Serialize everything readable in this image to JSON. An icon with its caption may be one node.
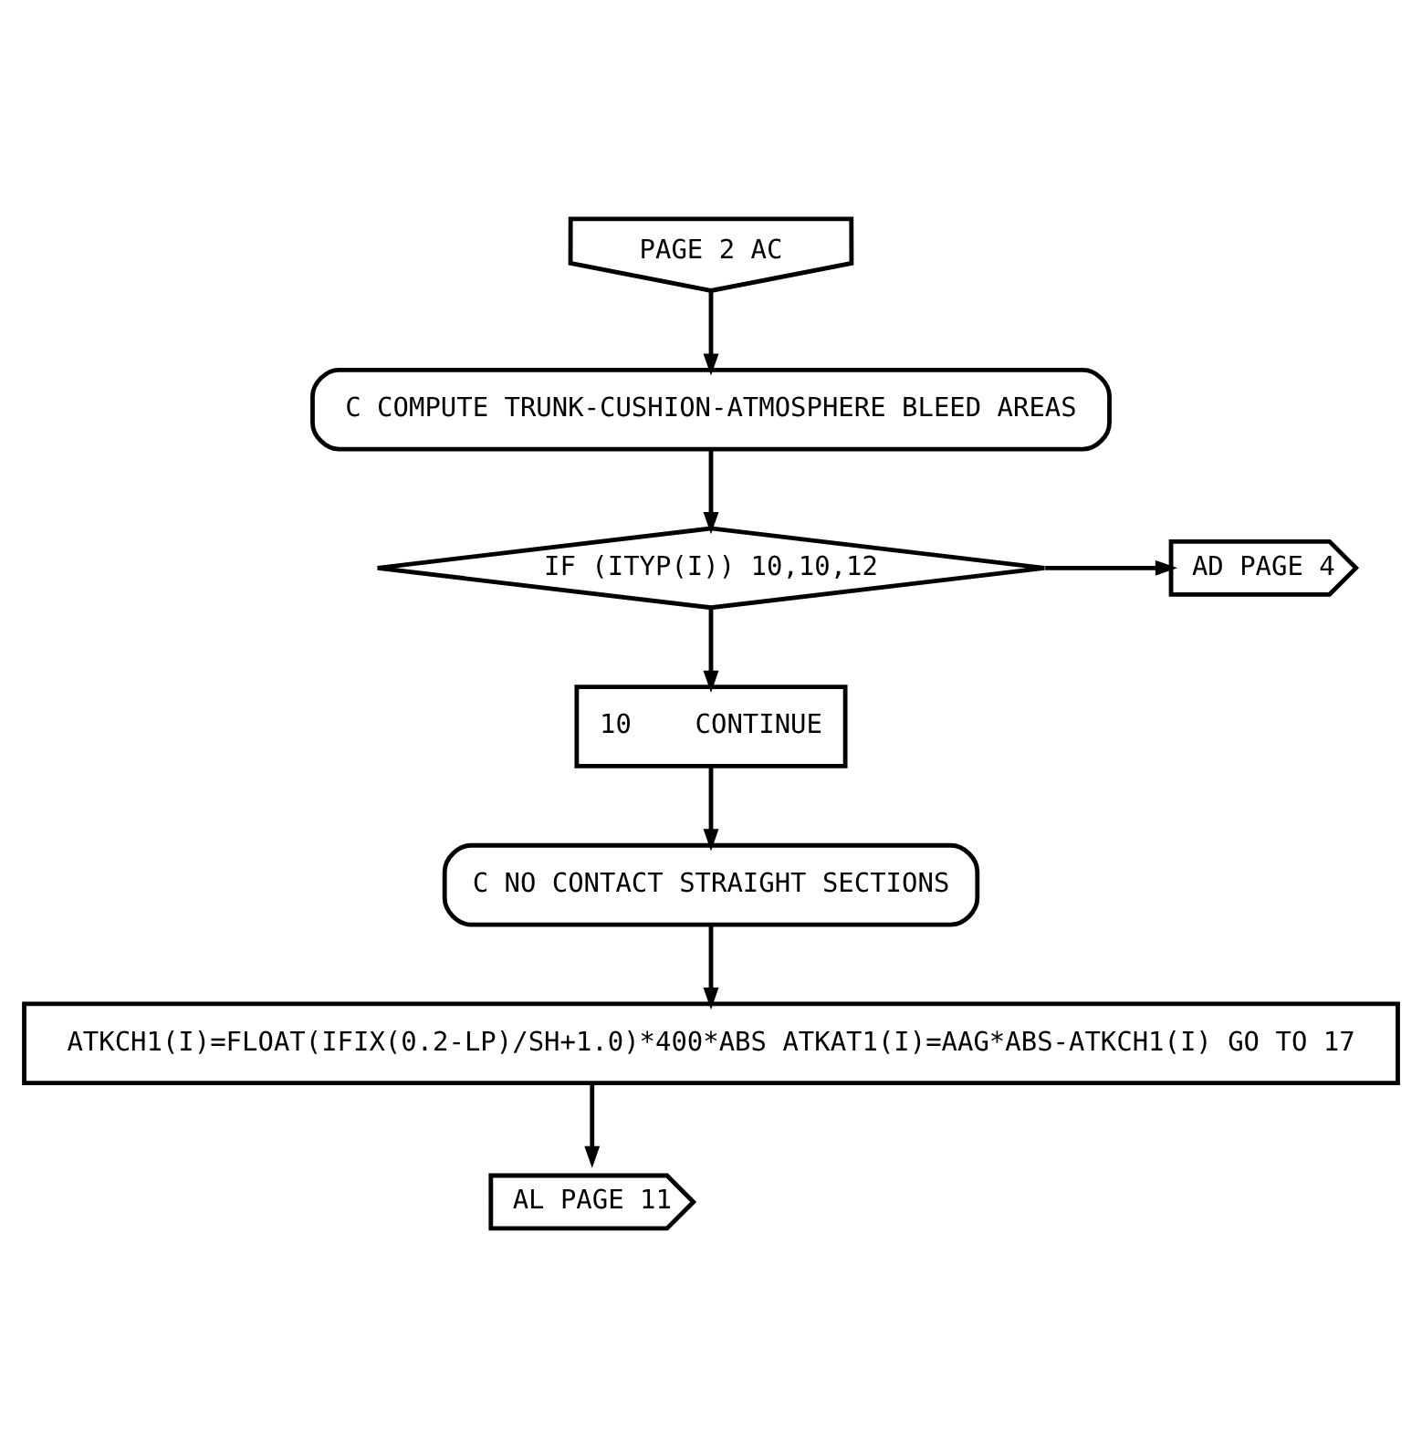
{
  "diagram": {
    "nodes": [
      {
        "text": [
          "PAGE 2 AC"
        ]
      },
      {
        "text": [
          "C COMPUTE TRUNK-CUSHION-ATMOSPHERE BLEED AREAS"
        ]
      },
      {
        "text": [
          "IF (ITYP(I)) 10,10,12"
        ]
      },
      {
        "text": [
          "AD PAGE 4"
        ]
      },
      {
        "text": [
          "10    CONTINUE"
        ]
      },
      {
        "text": [
          "C NO CONTACT STRAIGHT SECTIONS"
        ]
      },
      {
        "text": [
          "ATKCH1(I)=FLOAT(IFIX(0.2-LP)/SH+1.0)*400*ABS ATKAT1(I)=AAG*ABS-ATKCH1(I) GO TO 17"
        ]
      },
      {
        "text": [
          "AL PAGE 11"
        ]
      }
    ],
    "edges": [
      {
        "from": 0,
        "to": 1,
        "arrow": "to"
      },
      {
        "from": 1,
        "to": 2,
        "arrow": "to"
      },
      {
        "from": 2,
        "to": 3,
        "arrow": "to"
      },
      {
        "from": 2,
        "to": 4,
        "arrow": "to"
      },
      {
        "from": 4,
        "to": 5,
        "arrow": "to"
      },
      {
        "from": 5,
        "to": 6,
        "arrow": "to"
      },
      {
        "from": 6,
        "to": 7,
        "arrow": "to"
      }
    ]
  }
}
